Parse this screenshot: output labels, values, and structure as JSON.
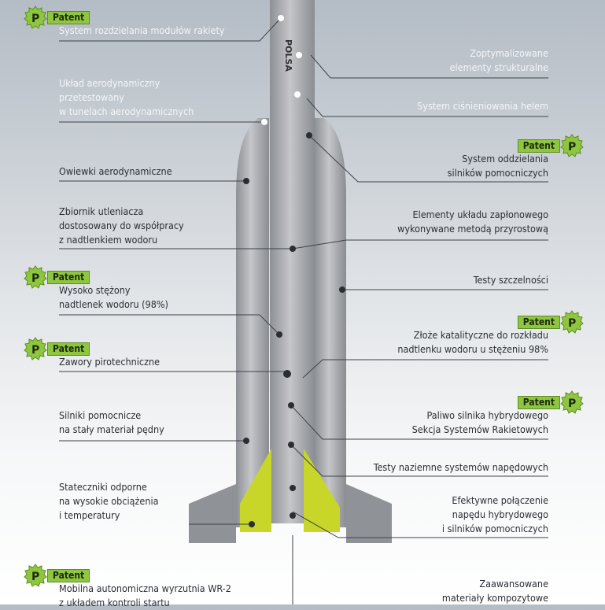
{
  "patent_label": "Patent",
  "patent_icon": "patent-seal-icon",
  "colors": {
    "patent_green": "#8ec63f",
    "fin_yellow": "#c8d62a",
    "rocket_gray": "#a6a9ad"
  },
  "rocket_logo": "POLSA",
  "left": [
    {
      "lines": [
        "System rozdzielania modułów rakiety"
      ],
      "patent": true
    },
    {
      "lines": [
        "Układ aerodynamiczny",
        "przetestowany",
        "w tunelach aerodynamicznych"
      ],
      "patent": false
    },
    {
      "lines": [
        "Owiewki aerodynamiczne"
      ],
      "patent": false
    },
    {
      "lines": [
        "Zbiornik utleniacza",
        "dostosowany do współpracy",
        "z nadtlenkiem wodoru"
      ],
      "patent": false
    },
    {
      "lines": [
        "Wysoko stężony",
        "nadtlenek wodoru (98%)"
      ],
      "patent": true
    },
    {
      "lines": [
        "Zawory pirotechniczne"
      ],
      "patent": true
    },
    {
      "lines": [
        "Silniki pomocnicze",
        "na stały materiał pędny"
      ],
      "patent": false
    },
    {
      "lines": [
        "Stateczniki odporne",
        "na wysokie obciążenia",
        "i temperatury"
      ],
      "patent": false
    },
    {
      "lines": [
        "Mobilna autonomiczna wyrzutnia WR-2",
        "z układem kontroli startu"
      ],
      "patent": true
    }
  ],
  "right": [
    {
      "lines": [
        "Zoptymalizowane",
        "elementy strukturalne"
      ],
      "patent": false
    },
    {
      "lines": [
        "System ciśnieniowania helem"
      ],
      "patent": false
    },
    {
      "lines": [
        "System oddzielania",
        "silników pomocniczych"
      ],
      "patent": true
    },
    {
      "lines": [
        "Elementy układu zapłonowego",
        "wykonywane metodą przyrostową"
      ],
      "patent": false
    },
    {
      "lines": [
        "Testy szczelności"
      ],
      "patent": false
    },
    {
      "lines": [
        "Złoże katalityczne do rozkładu",
        "nadtlenku wodoru u stężeniu 98%"
      ],
      "patent": true
    },
    {
      "lines": [
        "Paliwo silnika hybrydowego",
        "Sekcja Systemów Rakietowych"
      ],
      "patent": true
    },
    {
      "lines": [
        "Testy naziemne systemów napędowych"
      ],
      "patent": false
    },
    {
      "lines": [
        "Efektywne połączenie",
        "napędu hybrydowego",
        "i silników pomocniczych"
      ],
      "patent": false
    },
    {
      "lines": [
        "Zaawansowane",
        "materiały kompozytowe"
      ],
      "patent": false
    }
  ]
}
